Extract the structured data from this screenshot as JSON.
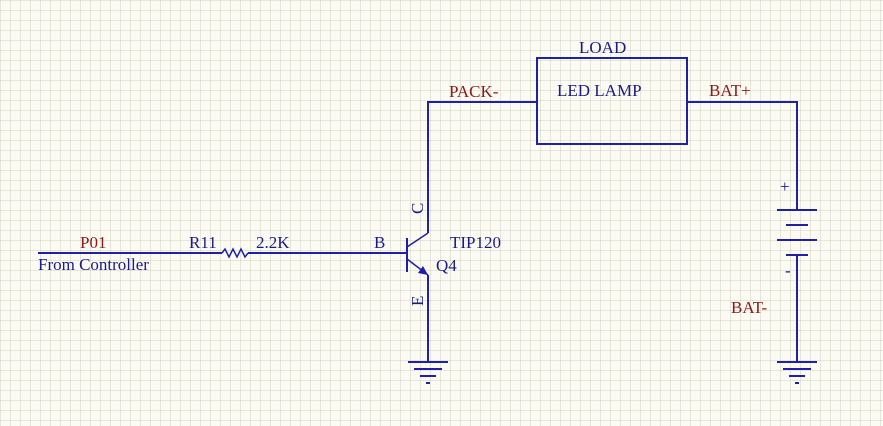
{
  "colors": {
    "wire": "#1f1fa8",
    "net_label": "#8b1a1a",
    "text": "#1a1a8a",
    "background": "#fbfbf3"
  },
  "input": {
    "net": "P01",
    "note": "From Controller"
  },
  "resistor": {
    "designator": "R11",
    "value": "2.2K"
  },
  "transistor": {
    "designator": "Q4",
    "part": "TIP120",
    "pin_base": "B",
    "pin_collector": "C",
    "pin_emitter": "E"
  },
  "load": {
    "title": "LOAD",
    "label": "LED LAMP"
  },
  "nets": {
    "pack_neg": "PACK-",
    "bat_pos": "BAT+",
    "bat_neg": "BAT-"
  },
  "battery": {
    "plus": "+",
    "minus": "-"
  }
}
